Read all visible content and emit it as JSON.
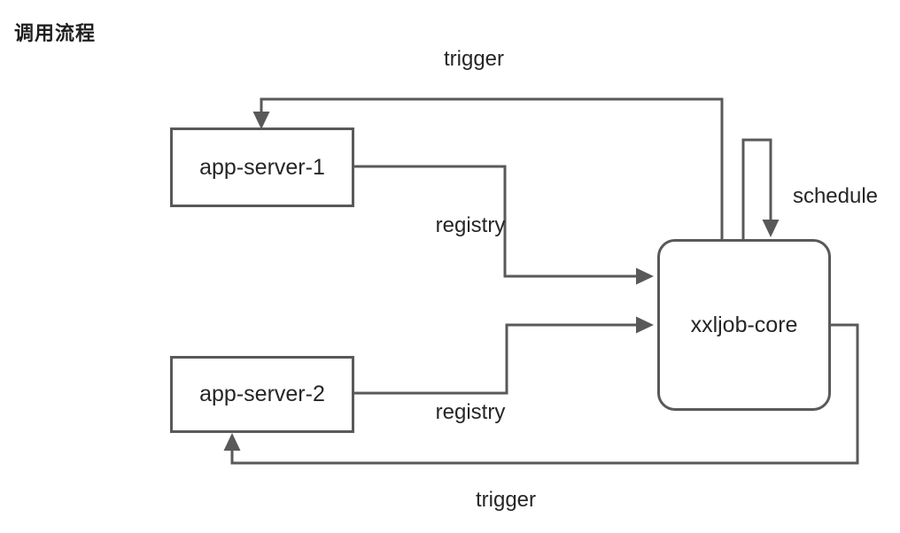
{
  "title": "调用流程",
  "theme": {
    "line_color": "#595959",
    "box_border_color": "#595959",
    "box_fill": "#ffffff",
    "text_color": "#262626",
    "background": "#ffffff"
  },
  "nodes": {
    "app_server_1": {
      "label": "app-server-1",
      "shape": "rectangle"
    },
    "app_server_2": {
      "label": "app-server-2",
      "shape": "rectangle"
    },
    "xxljob_core": {
      "label": "xxljob-core",
      "shape": "rounded-rectangle"
    }
  },
  "edges": [
    {
      "name": "trigger-top",
      "label": "trigger",
      "from": "xxljob-core",
      "to": "app-server-1"
    },
    {
      "name": "schedule-loop",
      "label": "schedule",
      "from": "xxljob-core",
      "to": "xxljob-core"
    },
    {
      "name": "registry-top",
      "label": "registry",
      "from": "app-server-1",
      "to": "xxljob-core"
    },
    {
      "name": "registry-bottom",
      "label": "registry",
      "from": "app-server-2",
      "to": "xxljob-core"
    },
    {
      "name": "trigger-bottom",
      "label": "trigger",
      "from": "xxljob-core",
      "to": "app-server-2"
    }
  ]
}
